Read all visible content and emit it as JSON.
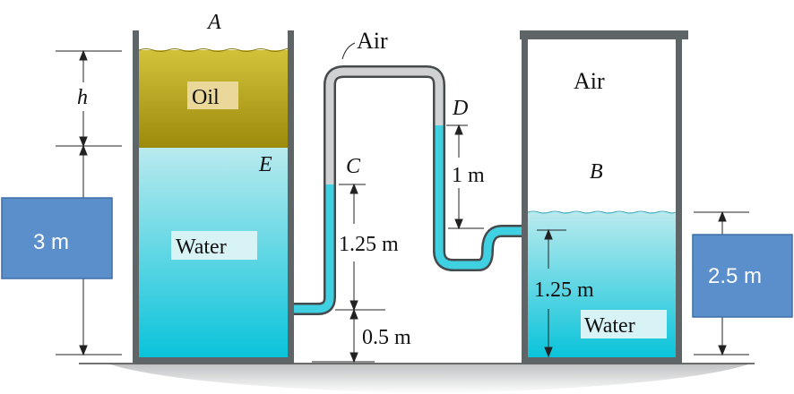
{
  "labels": {
    "point_a": "A",
    "h": "h",
    "oil": "Oil",
    "point_e": "E",
    "water_left": "Water",
    "air_tube": "Air",
    "point_c": "C",
    "dim_125_left": "1.25 m",
    "dim_05": "0.5 m",
    "point_d": "D",
    "dim_1": "1 m",
    "air_right": "Air",
    "point_b": "B",
    "dim_125_right": "1.25 m",
    "water_right": "Water",
    "callout_left": "3 m",
    "callout_right": "2.5 m"
  },
  "colors": {
    "oil": "#b3a012",
    "water": "#3fd1e2",
    "callout": "#5b8fcb",
    "tube_air": "#cfd1d3",
    "wall": "#5f6466"
  }
}
